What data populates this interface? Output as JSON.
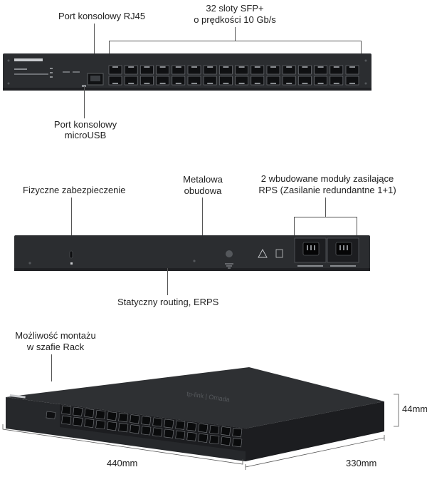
{
  "front": {
    "rj45_label": "Port konsolowy RJ45",
    "sfp_line1": "32 sloty SFP+",
    "sfp_line2": "o prędkości 10 Gb/s",
    "usb_line1": "Port konsolowy",
    "usb_line2": "microUSB"
  },
  "rear": {
    "security_label": "Fizyczne zabezpieczenie",
    "metal_line1": "Metalowa",
    "metal_line2": "obudowa",
    "psu_line1": "2 wbudowane moduły zasilające",
    "psu_line2": "RPS (Zasilanie redundantne 1+1)",
    "routing_label": "Statyczny routing, ERPS"
  },
  "iso": {
    "rack_line1": "Możliwość montażu",
    "rack_line2": "w szafie Rack",
    "height_label": "44mm",
    "width_label": "440mm",
    "depth_label": "330mm"
  },
  "colors": {
    "chassis": "#2b2d30",
    "chassis_dark": "#1f2023",
    "port": "#0f1012",
    "text": "#222222"
  }
}
